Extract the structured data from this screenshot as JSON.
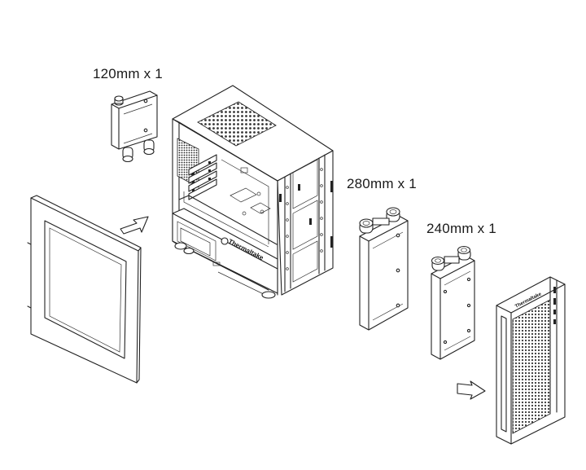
{
  "labels": {
    "radiator_120": "120mm x 1",
    "radiator_280": "280mm x 1",
    "radiator_240": "240mm x 1"
  },
  "brand": {
    "case_logo": "Thermaltake",
    "front_panel_logo": "Thermaltake"
  },
  "colors": {
    "line": "#222222",
    "background": "#ffffff"
  }
}
